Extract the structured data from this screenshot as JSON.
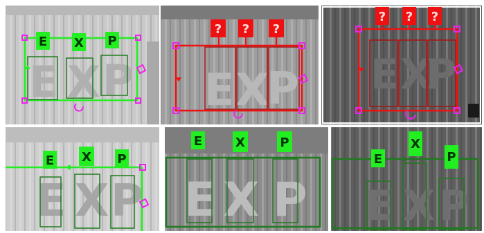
{
  "panels": [
    {
      "id": "top-left",
      "state": "recognized",
      "tags": [
        "E",
        "X",
        "P"
      ]
    },
    {
      "id": "top-middle",
      "state": "unknown",
      "tags": [
        "?",
        "?",
        "?"
      ]
    },
    {
      "id": "top-right",
      "state": "unknown",
      "tags": [
        "?",
        "?",
        "?"
      ]
    },
    {
      "id": "bottom-left",
      "state": "recognized",
      "tags": [
        "E",
        "X",
        "P"
      ]
    },
    {
      "id": "bottom-middle",
      "state": "recognized",
      "tags": [
        "E",
        "X",
        "P"
      ]
    },
    {
      "id": "bottom-right",
      "state": "recognized",
      "tags": [
        "E",
        "X",
        "P"
      ]
    }
  ],
  "container_text": "EXP",
  "colors": {
    "recognized": "#22ee22",
    "recognized_dark": "#1f7a1f",
    "unknown": "#ee1111",
    "handle": "#ee22ee",
    "frame": "#ffffff"
  }
}
